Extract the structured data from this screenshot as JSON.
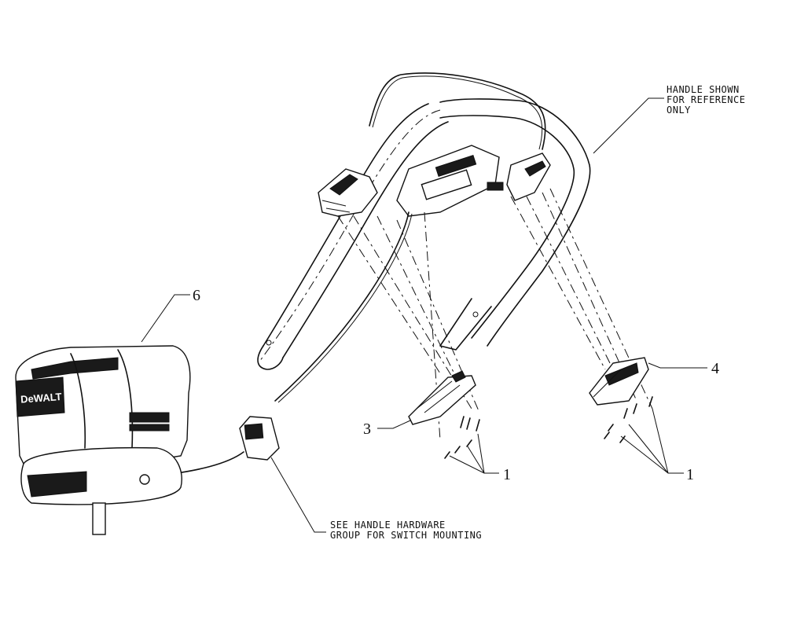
{
  "notes": {
    "handle_reference": [
      "HANDLE SHOWN",
      "FOR REFERENCE",
      "ONLY"
    ],
    "switch_mounting": [
      "SEE HANDLE HARDWARE",
      "GROUP FOR SWITCH MOUNTING"
    ]
  },
  "callouts": {
    "motor": "6",
    "left_bracket": "3",
    "right_bracket": "4",
    "screws_left": "1",
    "screws_right": "1"
  },
  "brand": "DeWALT"
}
